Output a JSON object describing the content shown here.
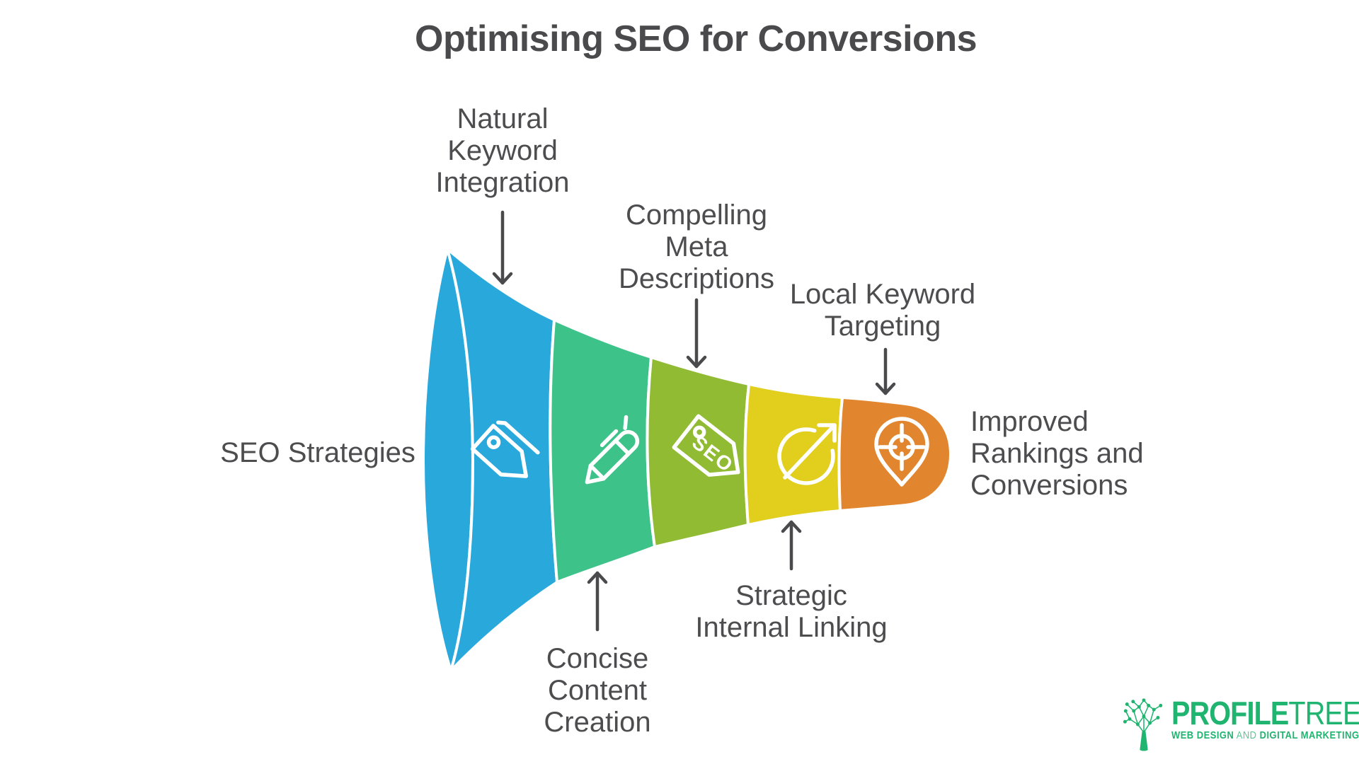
{
  "title": "Optimising SEO for Conversions",
  "colors": {
    "stage_blue": "#29A8DC",
    "stage_green": "#3DC38A",
    "stage_olive": "#90BB32",
    "stage_yellow": "#E2CE1D",
    "stage_orange": "#E1862E",
    "icon_stroke": "#FFFFFF",
    "arrow": "#4A4A4C",
    "text": "#4D4D4F",
    "brand_green": "#1FB46F"
  },
  "funnel": {
    "input_label": "SEO Strategies",
    "output_label": "Improved\nRankings and\nConversions",
    "stages": [
      {
        "label": "Natural\nKeyword\nIntegration",
        "icon": "tag-icon",
        "color": "#29A8DC"
      },
      {
        "label": "Concise\nContent\nCreation",
        "icon": "pen-icon",
        "color": "#3DC38A"
      },
      {
        "label": "Compelling\nMeta\nDescriptions",
        "icon": "seo-tag-icon",
        "color": "#90BB32",
        "icon_text": "SEO"
      },
      {
        "label": "Strategic\nInternal Linking",
        "icon": "circular-arrow-icon",
        "color": "#E2CE1D"
      },
      {
        "label": "Local Keyword\nTargeting",
        "icon": "location-target-icon",
        "color": "#E1862E"
      }
    ]
  },
  "logo": {
    "brand_primary": "PROFILE",
    "brand_secondary": "TREE",
    "tagline_lead": "WEB DESIGN",
    "tagline_connector": "AND",
    "tagline_tail": "DIGITAL MARKETING"
  }
}
